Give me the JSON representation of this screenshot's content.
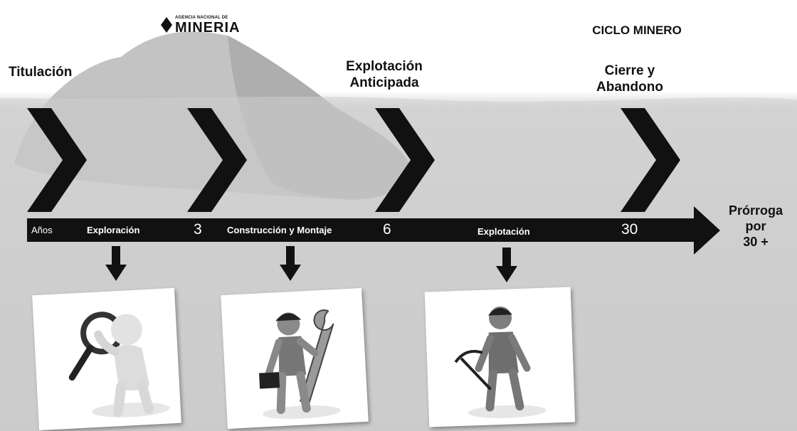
{
  "logo": {
    "small_text": "AGENCIA NACIONAL DE",
    "big_text": "MINERIA"
  },
  "title": "CICLO MINERO",
  "phases": {
    "titulacion": "Titulación",
    "explotacion_anticipada": [
      "Explotación",
      "Anticipada"
    ],
    "cierre": [
      "Cierre y",
      "Abandono"
    ]
  },
  "timeline": {
    "years_label": "Años",
    "exploracion": "Exploración",
    "year_3": "3",
    "construccion": "Construcción y Montaje",
    "year_6": "6",
    "explotacion": "Explotación",
    "year_30": "30"
  },
  "prorroga": [
    "Prórroga",
    "por",
    "30 +"
  ],
  "icons": {
    "card1": "figure-with-magnifier-icon",
    "card2": "figure-with-wrench-and-briefcase-icon",
    "card3": "miner-with-pickaxe-icon"
  },
  "colors": {
    "dark": "#111111",
    "mountain": "#bdbdbd",
    "background": "#cfcfcf"
  }
}
